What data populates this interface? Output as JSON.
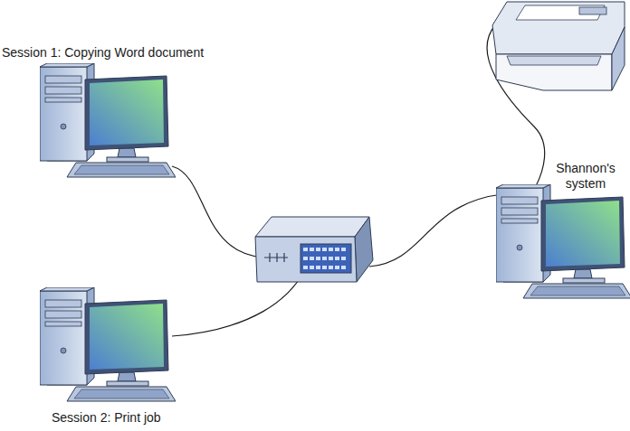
{
  "diagram": {
    "nodes": [
      {
        "text": [
          "Session 1: Copying Word document"
        ]
      },
      {
        "text": [
          "Session 2: Print job"
        ]
      },
      {
        "text": [
          "Shannon's system"
        ]
      }
    ]
  }
}
